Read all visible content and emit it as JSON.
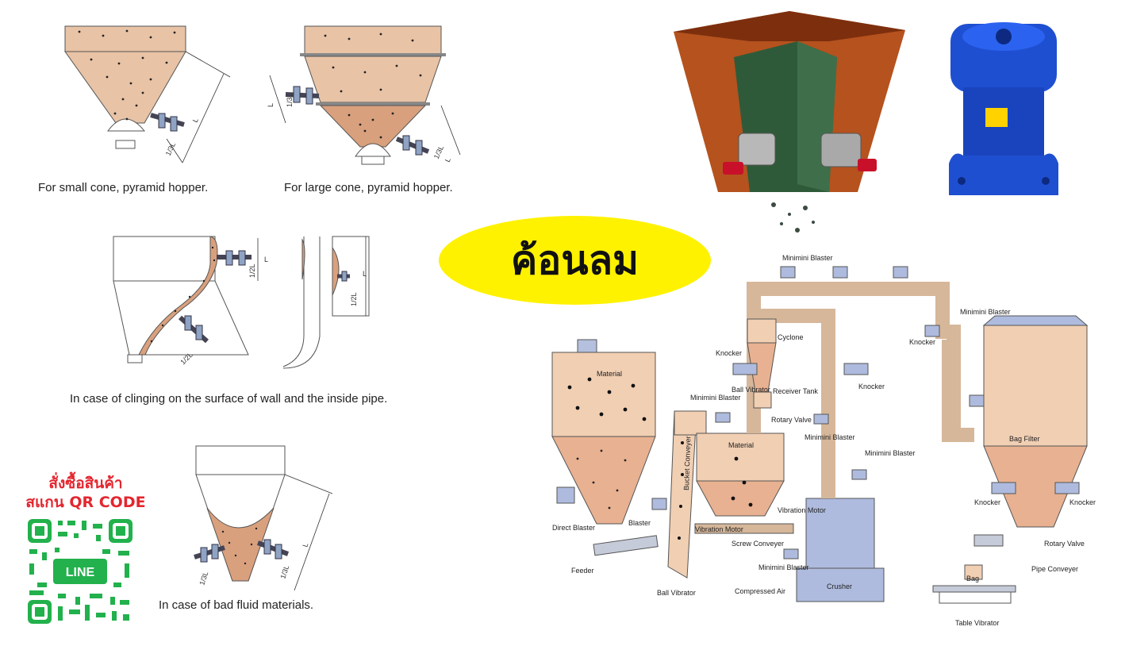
{
  "captions": {
    "small_cone": "For small cone, pyramid hopper.",
    "large_cone": "For large cone, pyramid hopper.",
    "clinging": "In case of clinging on the surface of wall and the inside pipe.",
    "bad_fluid": "In case of bad fluid materials."
  },
  "dimensions": {
    "L": "L",
    "third_L": "1/3L",
    "half_L": "1/2L"
  },
  "badge_text": "ค้อนลม",
  "qr": {
    "line1": "สั่งซื้อสินค้า",
    "line2": "สแกน QR CODE",
    "brand": "LINE",
    "color": "#22b14c"
  },
  "process": {
    "material": "Material",
    "material2": "Material",
    "minimini_blaster_top": "Minimini Blaster",
    "minimini_blaster_right": "Minimini Blaster",
    "minimini_blaster_left": "Minimini Blaster",
    "minimini_blaster_mid": "Minimini Blaster",
    "minimini_blaster_mid2": "Minimini Blaster",
    "minimini_blaster_bottom": "Minimini Blaster",
    "cyclone": "Cyclone",
    "knocker_1": "Knocker",
    "knocker_2": "Knocker",
    "knocker_3": "Knocker",
    "knocker_4": "Knocker",
    "knocker_5": "Knocker",
    "ball_vibrator_top": "Ball Vibrator",
    "receiver_tank": "Receiver Tank",
    "rotary_valve_top": "Rotary Valve",
    "bucket_conveyer": "Bucket Conveyer",
    "direct_blaster": "Direct Blaster",
    "blaster": "Blaster",
    "feeder": "Feeder",
    "ball_vibrator_bottom": "Ball Vibrator",
    "vibration_motor_left": "Vibration Motor",
    "vibration_motor_right": "Vibration Motor",
    "screw_conveyer": "Screw Conveyer",
    "compressed_air": "Compressed Air",
    "crusher": "Crusher",
    "bag_filter": "Bag Filter",
    "rotary_valve_right": "Rotary Valve",
    "pipe_conveyer": "Pipe Conveyer",
    "bag": "Bag",
    "table_vibrator": "Table Vibrator"
  },
  "colors": {
    "hopper_fill": "#e8c3a6",
    "material_fill": "#d9a07d",
    "badge": "#fff200",
    "qr_title": "#e3262f",
    "vibrator_blue": "#1f4fd1",
    "photo_rust": "#b5521e",
    "photo_green": "#2f5a3a"
  },
  "icons": {
    "blaster": "air-blaster-icon",
    "knocker": "air-knocker-icon"
  }
}
